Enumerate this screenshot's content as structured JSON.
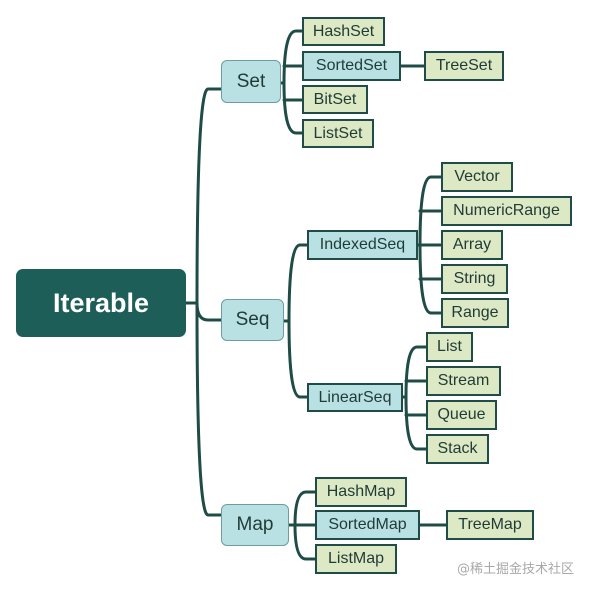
{
  "diagram": {
    "root": "Iterable",
    "branches": {
      "set": {
        "label": "Set",
        "children": {
          "hashset": "HashSet",
          "sortedset": "SortedSet",
          "treeset": "TreeSet",
          "bitset": "BitSet",
          "listset": "ListSet"
        }
      },
      "seq": {
        "label": "Seq",
        "indexed": {
          "label": "IndexedSeq",
          "children": [
            "Vector",
            "NumericRange",
            "Array",
            "String",
            "Range"
          ]
        },
        "linear": {
          "label": "LinearSeq",
          "children": [
            "List",
            "Stream",
            "Queue",
            "Stack"
          ]
        }
      },
      "map": {
        "label": "Map",
        "children": {
          "hashmap": "HashMap",
          "sortedmap": "SortedMap",
          "treemap": "TreeMap",
          "listmap": "ListMap"
        }
      }
    }
  },
  "colors": {
    "root_fill": "#1d5e58",
    "branch_fill": "#b9e0e3",
    "leaf_fill": "#dde8c4",
    "line": "#1f4c46"
  },
  "watermark": "@稀土掘金技术社区"
}
